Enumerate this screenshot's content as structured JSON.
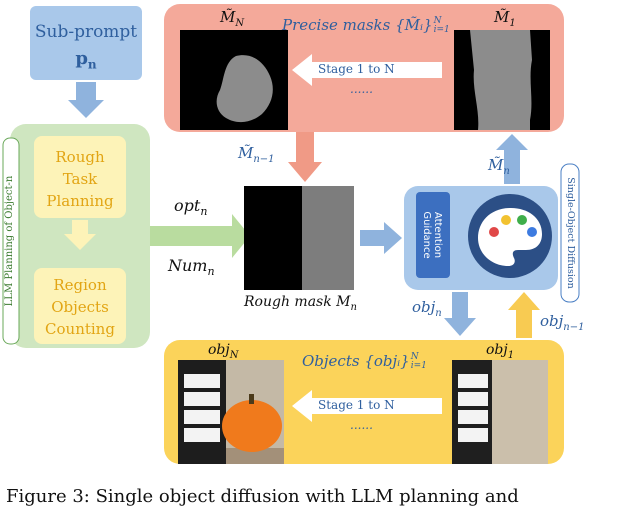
{
  "sub_prompt": {
    "label": "Sub-prompt",
    "symbol": "p",
    "subscript": "n"
  },
  "llm_panel": {
    "side_label": "LLM Planning of Object-n",
    "step1": [
      "Rough",
      "Task",
      "Planning"
    ],
    "step2": [
      "Region",
      "Objects",
      "Counting"
    ]
  },
  "precise_masks": {
    "title_prefix": "Precise masks ",
    "title_set": "{M̃ᵢ}",
    "title_sup": "N",
    "title_sub": "i=1",
    "left_label": "M̃",
    "left_sub": "N",
    "right_label": "M̃",
    "right_sub": "1",
    "stage": "Stage 1 to N",
    "dots": "......"
  },
  "objects_panel": {
    "title_prefix": "Objects ",
    "title_set": "{objᵢ}",
    "title_sup": "N",
    "title_sub": "i=1",
    "left_label": "obj",
    "left_sub": "N",
    "right_label": "obj",
    "right_sub": "1",
    "stage": "Stage 1 to N",
    "dots": "......"
  },
  "flow_labels": {
    "opt": "opt",
    "opt_sub": "n",
    "num": "Num",
    "num_sub": "n",
    "mask_prev": "M̃",
    "mask_prev_sub": "n−1",
    "mask_out": "M̃",
    "mask_out_sub": "n",
    "obj_out": "obj",
    "obj_out_sub": "n",
    "obj_prev": "obj",
    "obj_prev_sub": "n−1"
  },
  "rough_mask": {
    "caption": "Rough mask M",
    "caption_sub": "n"
  },
  "diffusion": {
    "attention": "Attention Guidance",
    "side_label": "Single-Object Diffusion"
  },
  "caption": "Figure 3: Single object diffusion with LLM planning and",
  "colors": {
    "blue_box": "#a9c8ea",
    "green_panel": "#cfe6c0",
    "yellow_box": "#fdf3b8",
    "salmon_panel": "#f4a99a",
    "gold_panel": "#fbd35a",
    "arrow_blue": "#8fb3dd",
    "arrow_green": "#b9dc9f",
    "arrow_salmon": "#f09a86",
    "arrow_gold": "#f8cb52",
    "text_blue": "#2f5f9e"
  }
}
